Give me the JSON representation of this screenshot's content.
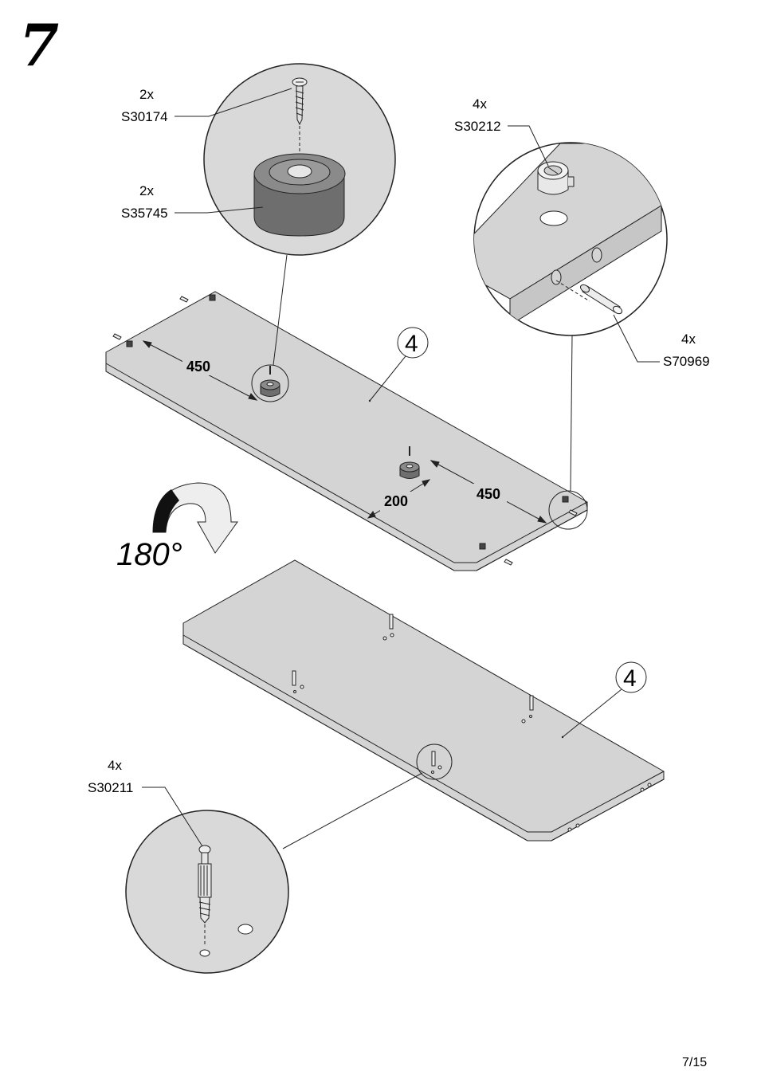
{
  "step_number": "7",
  "page_indicator": "7/15",
  "rotation_label": "180°",
  "panel_number": "4",
  "parts": {
    "screw": {
      "qty": "2x",
      "code": "S30174"
    },
    "foot": {
      "qty": "2x",
      "code": "S35745"
    },
    "cam_lock": {
      "qty": "4x",
      "code": "S30212"
    },
    "dowel": {
      "qty": "4x",
      "code": "S70969"
    },
    "cam_bolt": {
      "qty": "4x",
      "code": "S30211"
    }
  },
  "dimensions": {
    "foot_from_edge_top": "450",
    "foot_from_edge_bottom": "450",
    "foot_from_side": "200"
  },
  "colors": {
    "panel": "#d4d4d4",
    "circle": "#d9d9d9",
    "foot": "#6e6e6e",
    "line": "#222222"
  }
}
